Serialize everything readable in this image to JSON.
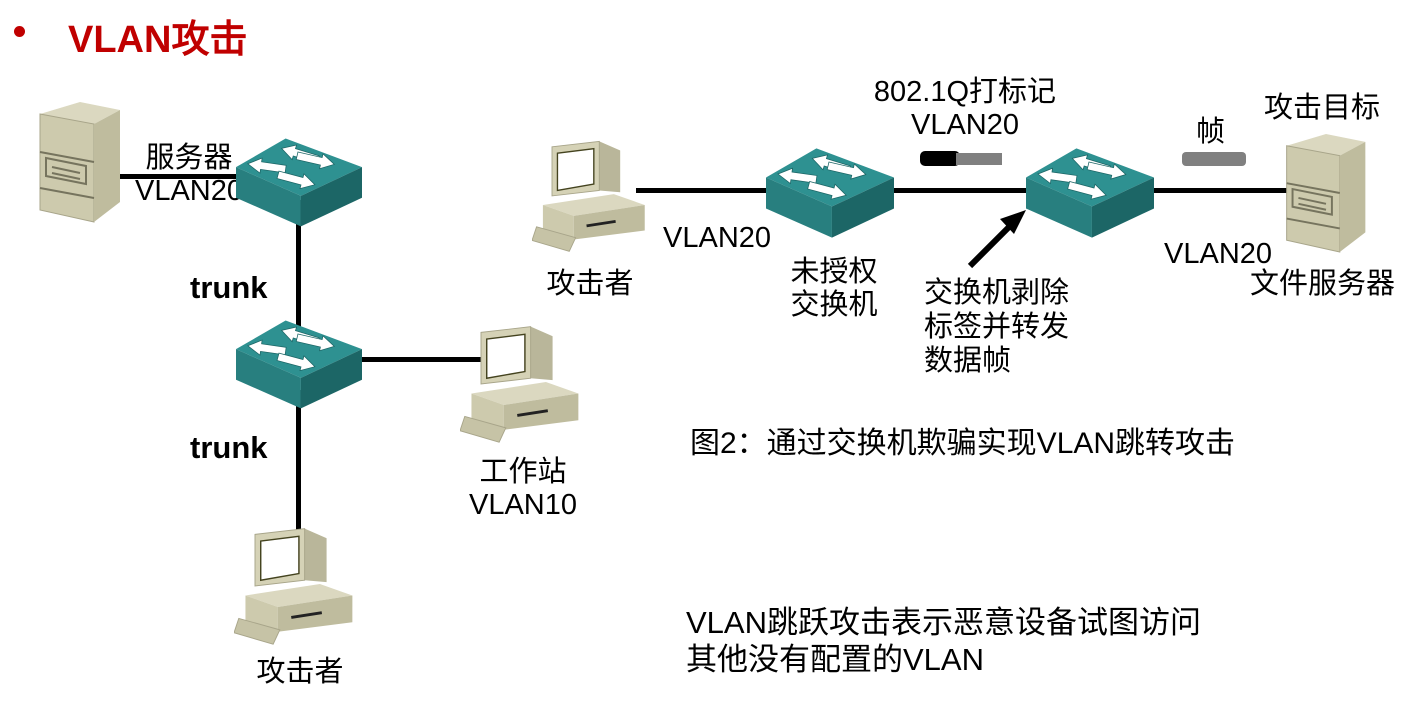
{
  "title": {
    "bullet": "•",
    "text": "VLAN攻击"
  },
  "colors": {
    "title_red": "#C00000",
    "switch_teal_top": "#2E9191",
    "switch_teal_front": "#287F7F",
    "switch_teal_side": "#1C6666",
    "device_beige": "#CDCAAD",
    "frame_gray": "#808080",
    "frame_black": "#000000",
    "line_black": "#000000"
  },
  "icons": {
    "server": "server-tower-icon",
    "switch": "network-switch-icon",
    "workstation": "desktop-computer-icon",
    "tagged_frame": "tagged-frame-icon",
    "untagged_frame": "frame-icon",
    "strip_arrow": "arrow-up-right-icon",
    "bullet": "bullet-icon"
  },
  "left_diagram": {
    "server_label": {
      "line1": "服务器",
      "line2": "VLAN20"
    },
    "trunk_top": "trunk",
    "trunk_bottom": "trunk",
    "workstation_label": {
      "line1": "工作站",
      "line2": "VLAN10"
    },
    "attacker_label": "攻击者"
  },
  "right_diagram": {
    "attacker_label": "攻击者",
    "access_vlan_label": "VLAN20",
    "rogue_switch_label": {
      "line1": "未授权",
      "line2": "交换机"
    },
    "tagging_label": {
      "line1": "802.1Q打标记",
      "line2": "VLAN20"
    },
    "strip_note": {
      "line1": "交换机剥除",
      "line2": "标签并转发",
      "line3": "数据帧"
    },
    "frame_label": "帧",
    "target_label": "攻击目标",
    "target_vlan_label": "VLAN20",
    "file_server_label": "文件服务器"
  },
  "caption": "图2：通过交换机欺骗实现VLAN跳转攻击",
  "body_text": {
    "line1": "VLAN跳跃攻击表示恶意设备试图访问",
    "line2": "其他没有配置的VLAN"
  }
}
